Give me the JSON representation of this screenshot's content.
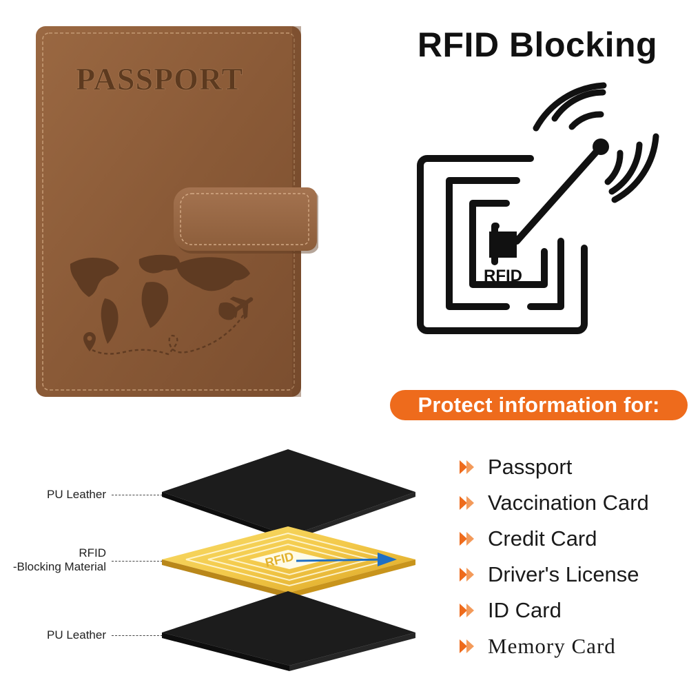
{
  "header": {
    "title": "RFID Blocking"
  },
  "passport": {
    "cover_text": "PASSPORT"
  },
  "rfid_symbol": {
    "label": "RFID"
  },
  "banner": {
    "text": "Protect information for:"
  },
  "protected_items": [
    {
      "label": "Passport",
      "icon": "chevron-right-double-icon"
    },
    {
      "label": "Vaccination Card",
      "icon": "chevron-right-double-icon"
    },
    {
      "label": "Credit Card",
      "icon": "chevron-right-double-icon"
    },
    {
      "label": "Driver's License",
      "icon": "chevron-right-double-icon"
    },
    {
      "label": "ID Card",
      "icon": "chevron-right-double-icon"
    },
    {
      "label": "Memory Card",
      "icon": "chevron-right-double-icon"
    }
  ],
  "layers": {
    "top_label": "PU Leather",
    "middle_label_line1": "RFID",
    "middle_label_line2": "-Blocking Material",
    "middle_chip_text": "RFID",
    "bottom_label": "PU Leather"
  },
  "colors": {
    "accent": "#ee6b1c",
    "leather": "#8b5a36",
    "black": "#111111",
    "gold": "#e6b825"
  }
}
